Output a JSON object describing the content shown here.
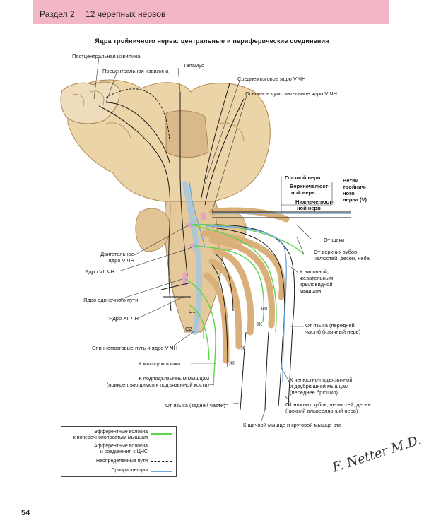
{
  "header": {
    "section": "Раздел 2",
    "chapter": "12 черепных нервов"
  },
  "title": "Ядра тройничного нерва: центральные и периферические соединения",
  "labels": {
    "postcentral": "Постцентральная извилина",
    "precentral": "Прецентральная извилина",
    "thalamus": "Таламус",
    "midbrain_nucleus": "Среднемозговое ядро V ЧН",
    "principal_sensory": "Основное чувствительное ядро V ЧН",
    "ophthalmic": "Глазной нерв",
    "maxillary_1": "Верхнечелюст-",
    "maxillary_2": "ной нерв",
    "mandibular_1": "Нижнечелюст-",
    "mandibular_2": "ной нерв",
    "branches_1": "Ветви",
    "branches_2": "тройнич-",
    "branches_3": "ного",
    "branches_4": "нерва (V)",
    "from_cheek": "От щеки",
    "from_upper_1": "От верхних зубов,",
    "from_upper_2": "челюстей, десен, нёба",
    "to_temporal_1": "К височной,",
    "to_temporal_2": "жевательным,",
    "to_temporal_3": "крыловидной",
    "to_temporal_4": "мышцам",
    "motor_1": "Двигательное",
    "motor_2": "ядро V ЧН",
    "nucleus_vii": "Ядро VII ЧН",
    "solitary": "Ядро одиночного пути",
    "nucleus_xii": "Ядро XII ЧН",
    "c1": "C1",
    "c2": "C2",
    "vii": "VII",
    "ix": "IX",
    "x": "X",
    "xii": "XII",
    "from_tongue_front_1": "От языка (передней",
    "from_tongue_front_2": "части) (язычный нерв)",
    "spinal": "Спинномозговые путь и ядро V ЧН",
    "tongue_muscles": "К мышцам языка",
    "infrahyoid_1": "К подподъязычным мышцам",
    "infrahyoid_2": "(прикрепляющимся к подъязычной кости)",
    "mylohyoid_1": "К челюстно-подъязычной",
    "mylohyoid_2": "и двубрюшной мышцам",
    "mylohyoid_3": "(переднее брюшко)",
    "from_tongue_back": "От языка (задней части)",
    "from_lower_1": "От нижних зубов, челюстей, десен",
    "from_lower_2": "(нижний альвеолярный нерв)",
    "buccal": "К щечной мышце и круговой мышце рта"
  },
  "legend": {
    "efferent_1": "Эфферентные волокна",
    "efferent_2": "к поперечнополосатым мышцам",
    "afferent_1": "Афферентные волокна",
    "afferent_2": "и соединения с ЦНС",
    "uncertain": "Неопределенные пути",
    "proprio": "Проприоцепция"
  },
  "colors": {
    "header_band": "#f2b6c6",
    "efferent": "#5bd44a",
    "afferent": "#1a1a1a",
    "proprio": "#6fa8dc",
    "brain": "#e9d3a8",
    "nucleus": "#e6a5c8"
  },
  "signature": "F. Netter M.D.",
  "page_number": "54"
}
